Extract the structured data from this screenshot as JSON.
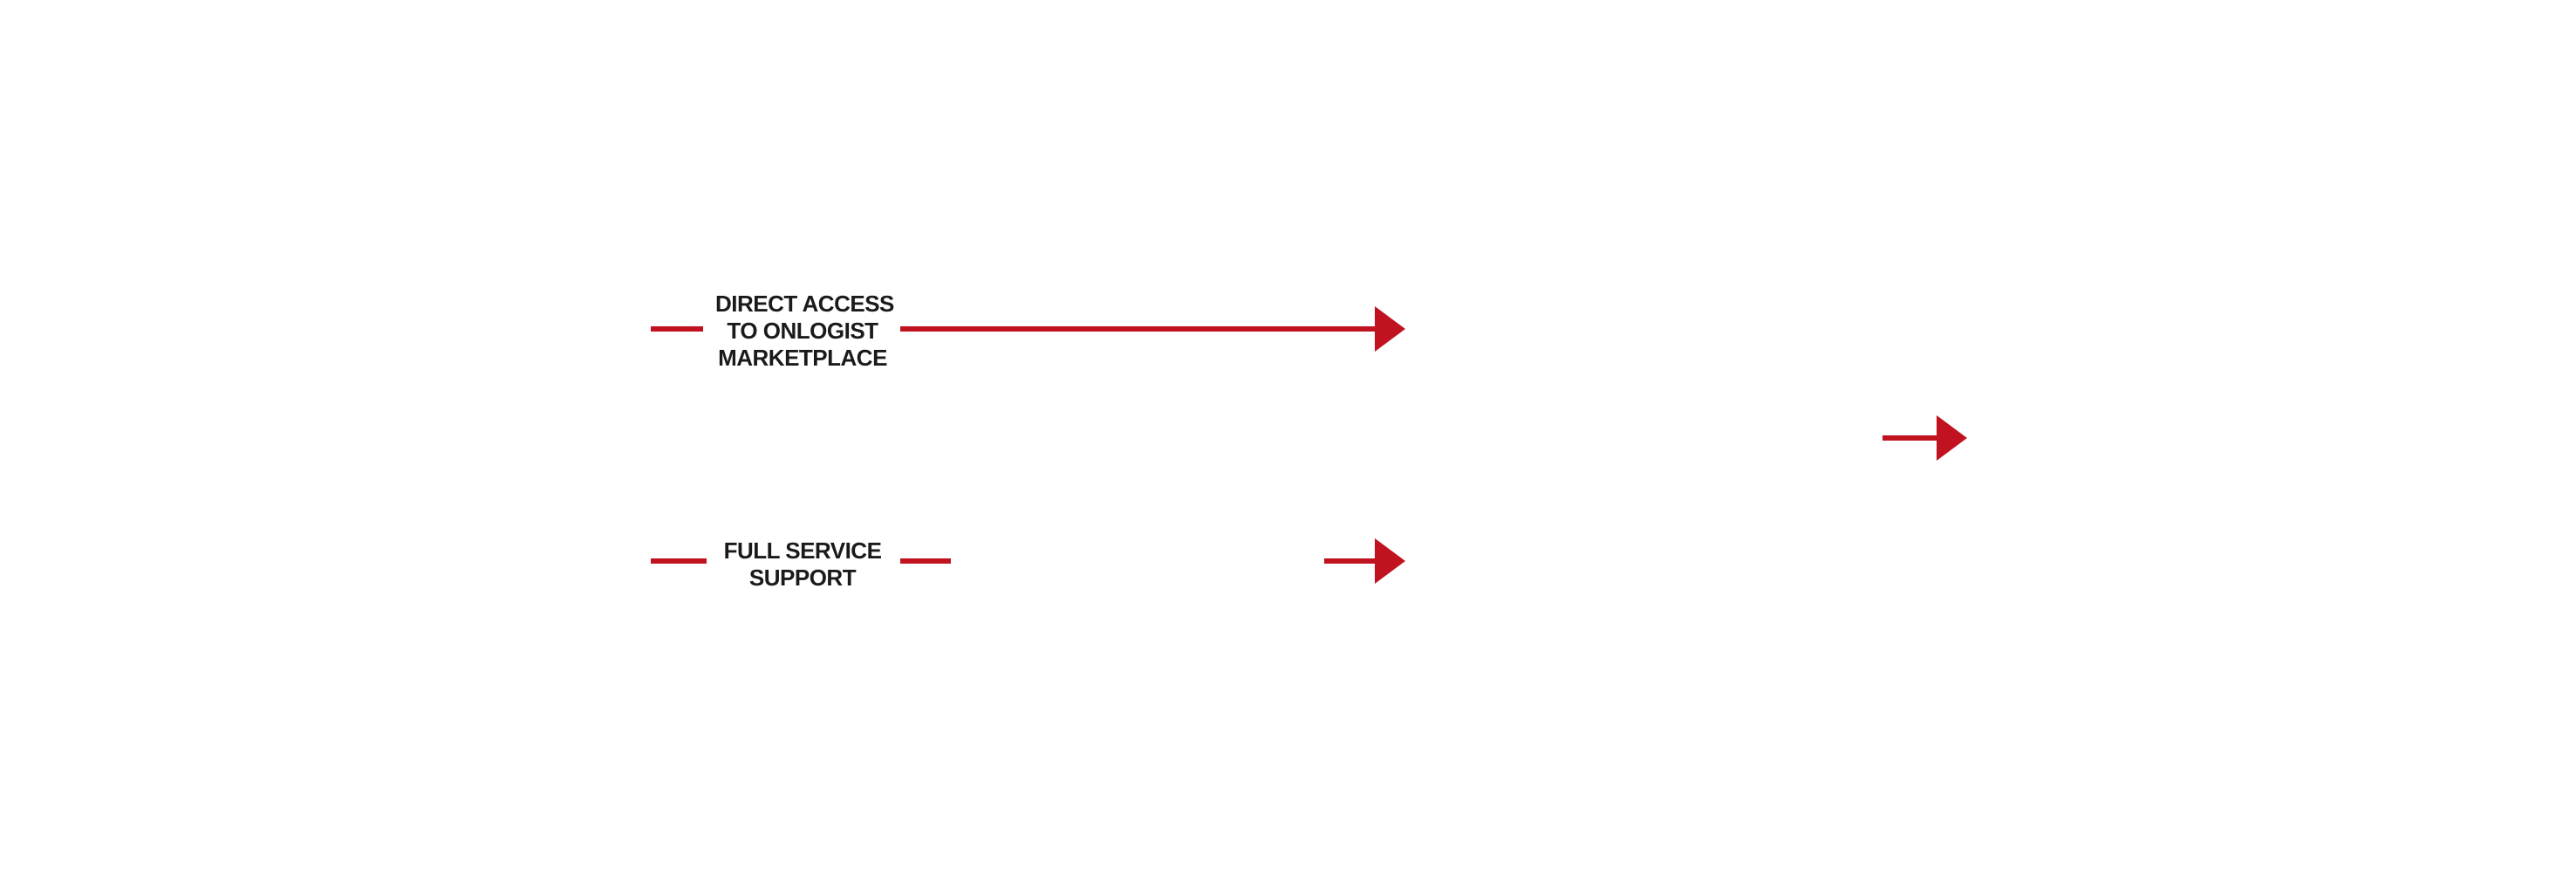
{
  "colors": {
    "accent": "#c1121f",
    "text": "#1a1a1a",
    "background": "#ffffff"
  },
  "labels": {
    "direct_access": [
      "DIRECT ACCESS",
      "TO ONLOGIST",
      "MARKETPLACE"
    ],
    "full_service": [
      "FULL SERVICE",
      "SUPPORT"
    ]
  }
}
